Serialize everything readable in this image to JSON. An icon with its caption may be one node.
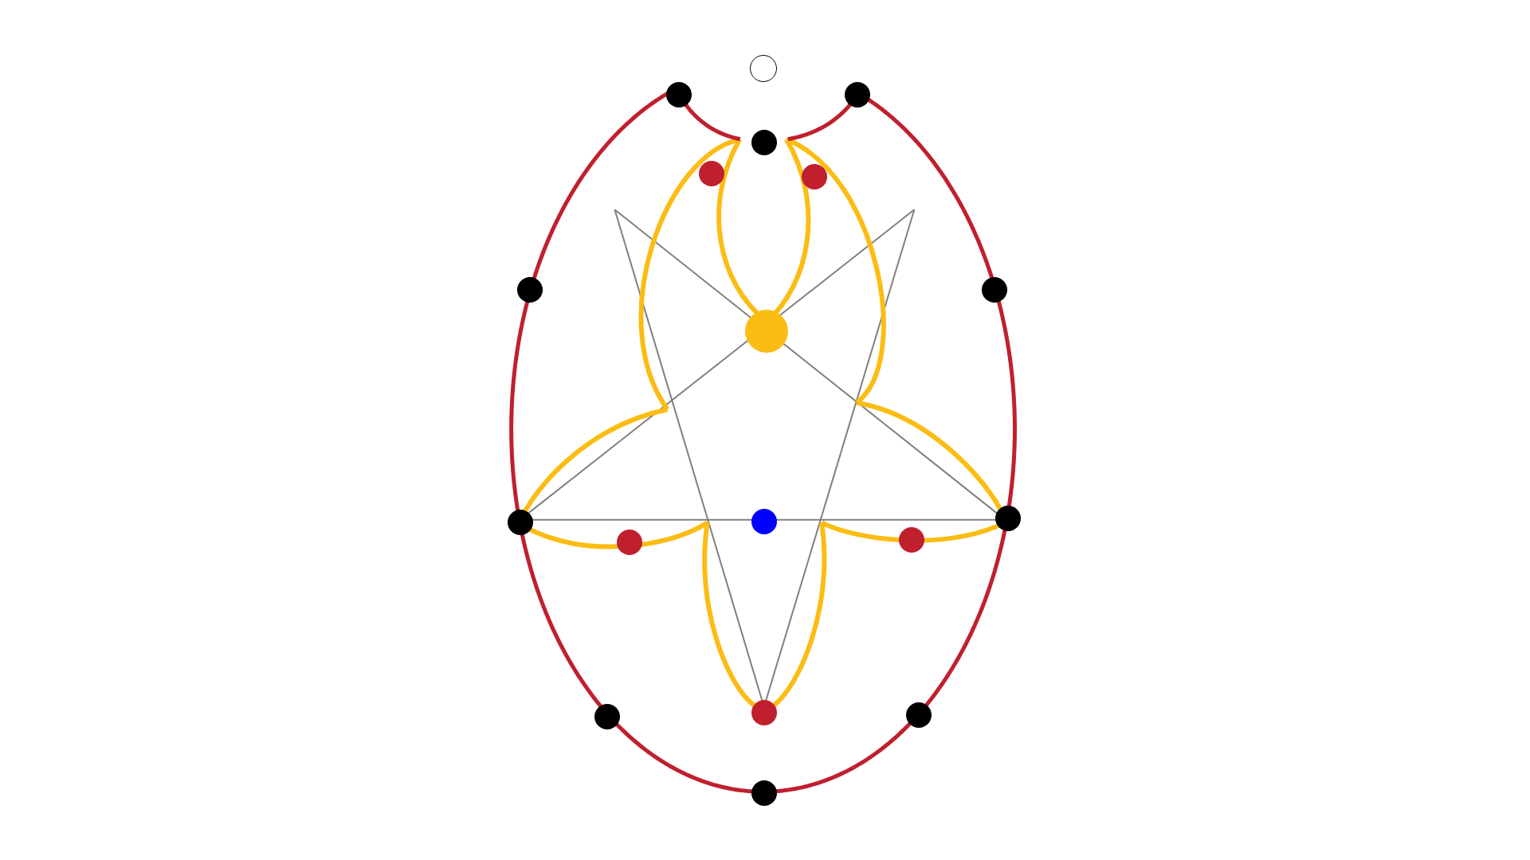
{
  "diagram": {
    "nodes": [
      {
        "text": [],
        "shape": "circle"
      },
      {
        "text": [],
        "shape": "circle"
      },
      {
        "text": [],
        "shape": "circle"
      },
      {
        "text": [],
        "shape": "circle"
      },
      {
        "text": [],
        "shape": "circle"
      },
      {
        "text": [],
        "shape": "circle"
      },
      {
        "text": [],
        "shape": "circle"
      },
      {
        "text": [],
        "shape": "circle"
      },
      {
        "text": [],
        "shape": "circle"
      },
      {
        "text": [],
        "shape": "circle"
      },
      {
        "text": [],
        "shape": "circle"
      },
      {
        "text": [],
        "shape": "circle"
      },
      {
        "text": [],
        "shape": "circle"
      },
      {
        "text": [],
        "shape": "circle"
      },
      {
        "text": [],
        "shape": "circle"
      },
      {
        "text": [],
        "shape": "circle"
      },
      {
        "text": [],
        "shape": "circle"
      },
      {
        "text": [],
        "shape": "circle"
      }
    ],
    "edges": [
      {
        "from": 1,
        "to": 6,
        "arrow": "none"
      },
      {
        "from": 6,
        "to": 9,
        "arrow": "none"
      },
      {
        "from": 9,
        "to": 14,
        "arrow": "none"
      },
      {
        "from": 14,
        "to": 17,
        "arrow": "none"
      },
      {
        "from": 17,
        "to": 16,
        "arrow": "none"
      },
      {
        "from": 16,
        "to": 11,
        "arrow": "none"
      },
      {
        "from": 11,
        "to": 7,
        "arrow": "none"
      },
      {
        "from": 7,
        "to": 3,
        "arrow": "none"
      },
      {
        "from": 1,
        "to": 2,
        "arrow": "none"
      },
      {
        "from": 3,
        "to": 2,
        "arrow": "none"
      }
    ]
  }
}
